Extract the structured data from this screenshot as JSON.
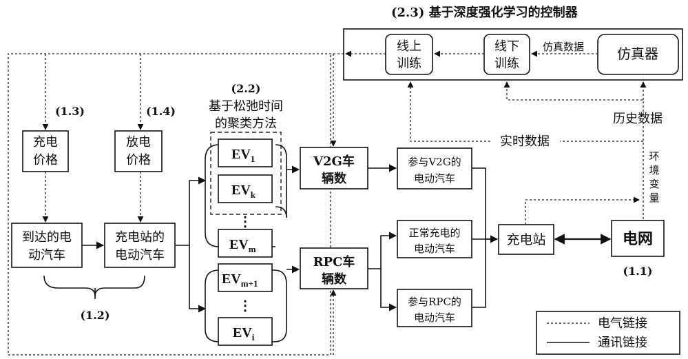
{
  "controller": {
    "title": "(2.3)  基于深度强化学习的控制器",
    "online": [
      "线上",
      "训练"
    ],
    "offline": [
      "线下",
      "训练"
    ],
    "sim_data": "仿真数据",
    "simulator": "仿真器"
  },
  "cluster": {
    "number": "(2.2)",
    "line1": "基于松弛时间",
    "line2": "的聚类方法"
  },
  "ev_labels": {
    "ev": "EV",
    "sub1": "1",
    "subk": "k",
    "subm": "m",
    "subm1": "m+1",
    "subi": "i",
    "dots": "⋮"
  },
  "boxes": {
    "charge_price": [
      "充电",
      "价格"
    ],
    "discharge_price": [
      "放电",
      "价格"
    ],
    "arriving_ev": [
      "到达的电",
      "动汽车"
    ],
    "station_ev": [
      "充电站的",
      "电动汽车"
    ],
    "v2g_count": [
      "V2G车",
      "辆数"
    ],
    "rpc_count": [
      "RPC车",
      "辆数"
    ],
    "v2g_ev": [
      "参与V2G的",
      "电动汽车"
    ],
    "normal_ev": [
      "正常充电的",
      "电动汽车"
    ],
    "rpc_ev": [
      "参与RPC的",
      "电动汽车"
    ],
    "charging_station": "充电站",
    "grid": "电网"
  },
  "labels": {
    "n13": "(1.3)",
    "n14": "(1.4)",
    "n12": "(1.2)",
    "n11": "(1.1)",
    "realtime": "实时数据",
    "history": "历史数据",
    "env": [
      "环",
      "境",
      "变",
      "量"
    ]
  },
  "legend": {
    "electric": "电气链接",
    "comm": "通讯链接"
  }
}
